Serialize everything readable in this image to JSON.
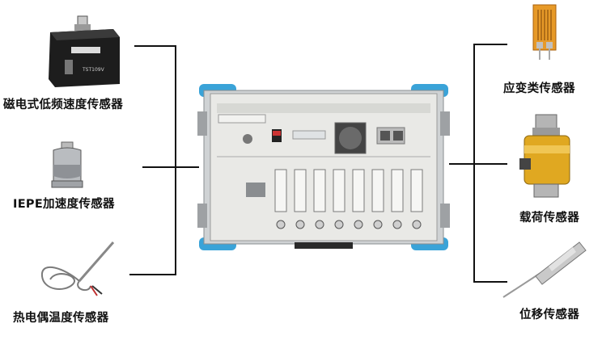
{
  "left_sensors": [
    {
      "label": "磁电式低频速度传感器",
      "icon": "magnetoelectric-velocity-sensor-icon"
    },
    {
      "label": "IEPE加速度传感器",
      "icon": "iepe-accelerometer-icon"
    },
    {
      "label": "热电偶温度传感器",
      "icon": "thermocouple-icon"
    }
  ],
  "right_sensors": [
    {
      "label": "应变类传感器",
      "icon": "strain-gauge-icon"
    },
    {
      "label": "载荷传感器",
      "icon": "load-cell-icon"
    },
    {
      "label": "位移传感器",
      "icon": "displacement-sensor-icon"
    }
  ],
  "center_device": {
    "icon": "data-acquisition-device-icon"
  },
  "colors": {
    "line": "#111111",
    "device_frame": "#3aa3d8",
    "device_panel": "#e9e9e6"
  }
}
